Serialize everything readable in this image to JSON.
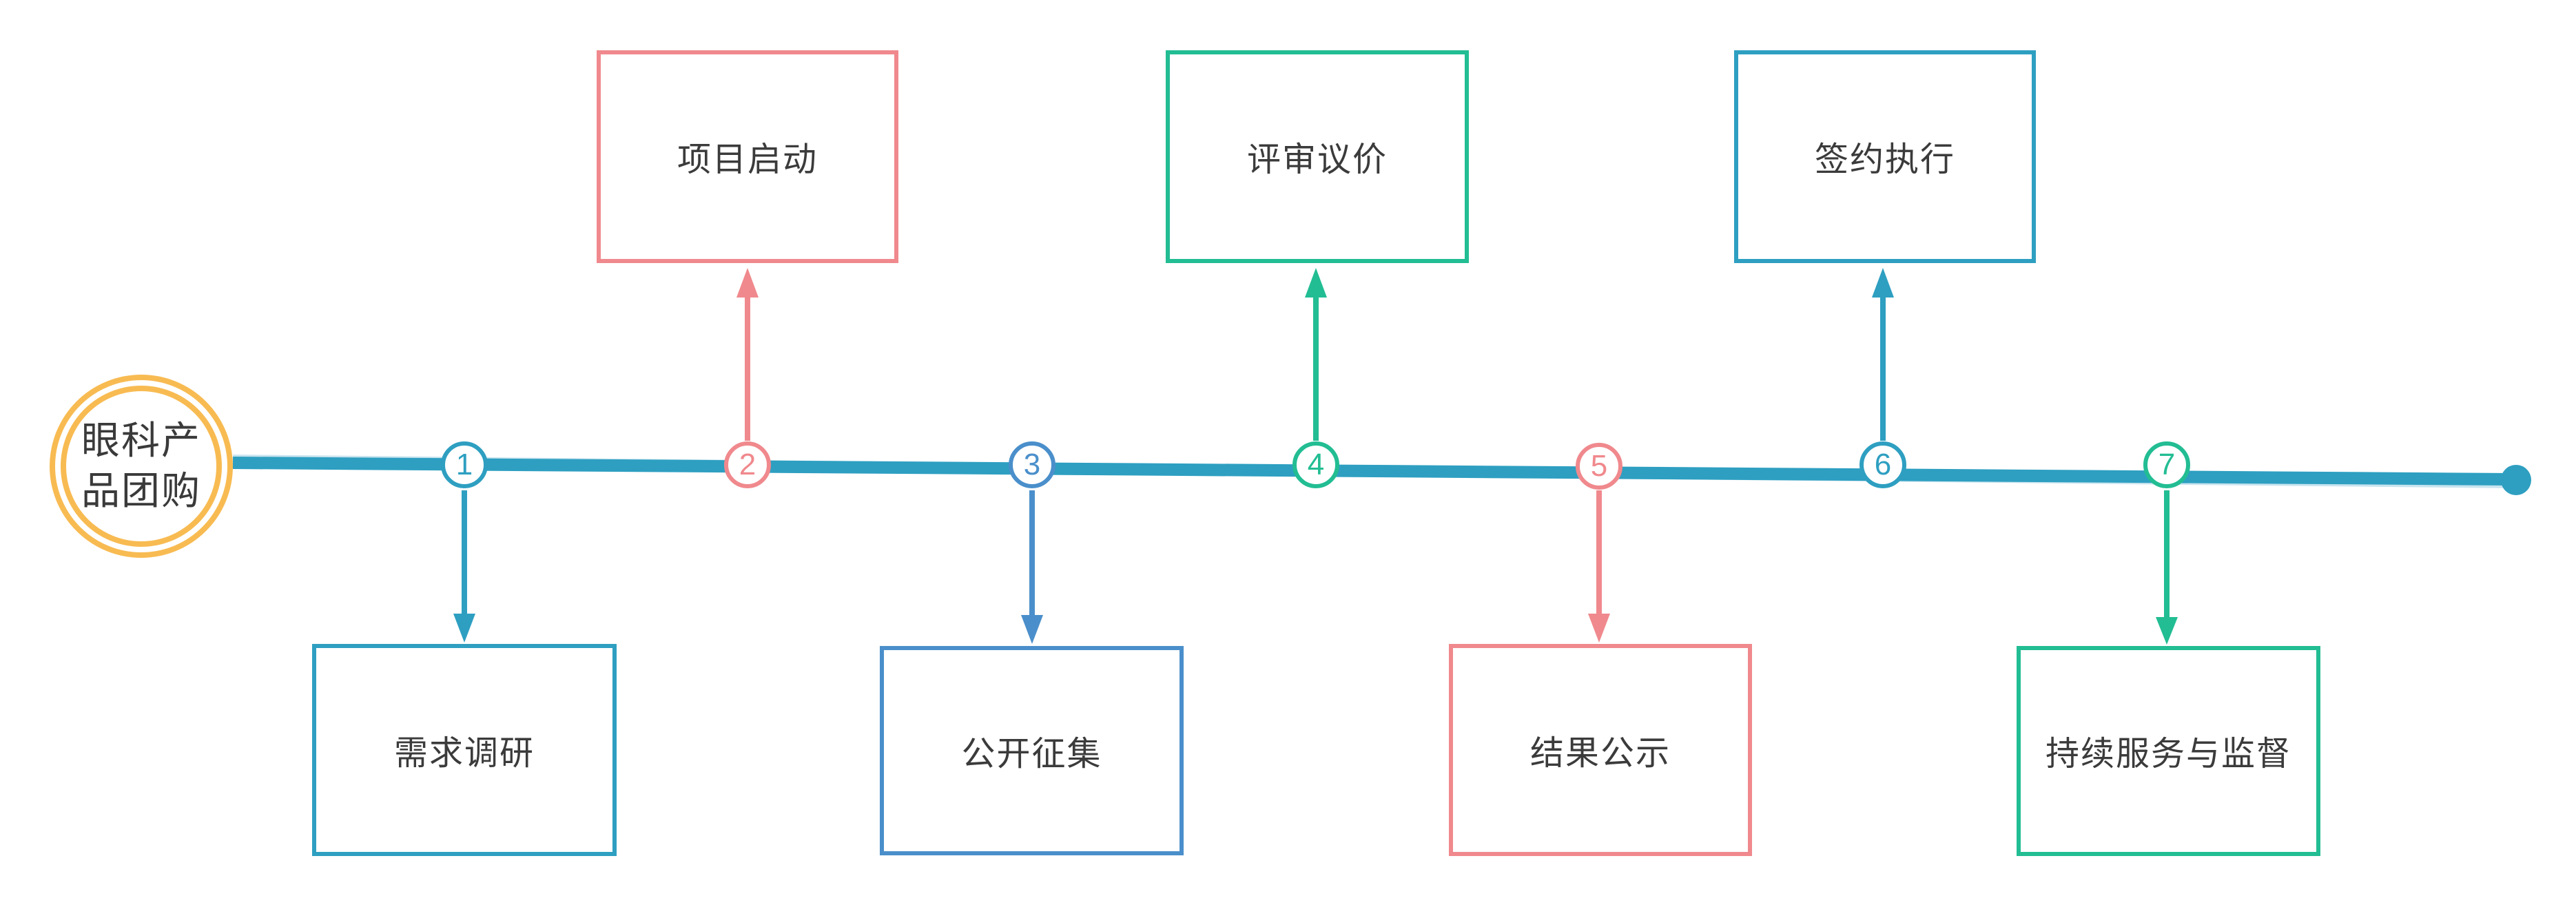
{
  "diagram": {
    "type": "timeline-flow",
    "hub": {
      "text": "眼科产品团购",
      "line1": "眼科产",
      "line2": "品团购"
    },
    "stages": [
      {
        "num": "1",
        "label": "需求调研",
        "color": "#2E9FC1",
        "side": "below"
      },
      {
        "num": "2",
        "label": "项目启动",
        "color": "#F0898D",
        "side": "above"
      },
      {
        "num": "3",
        "label": "公开征集",
        "color": "#4A8FCB",
        "side": "below"
      },
      {
        "num": "4",
        "label": "评审议价",
        "color": "#22BD93",
        "side": "above"
      },
      {
        "num": "5",
        "label": "结果公示",
        "color": "#F0898D",
        "side": "below"
      },
      {
        "num": "6",
        "label": "签约执行",
        "color": "#2E9FC1",
        "side": "above"
      },
      {
        "num": "7",
        "label": "持续服务与监督",
        "color": "#22BD93",
        "side": "below"
      }
    ],
    "palette": {
      "timeline": "#2E9FC1",
      "teal": "#2E9FC1",
      "pink": "#F0898D",
      "blue": "#4A8FCB",
      "green": "#22BD93",
      "amber": "#F8BB52",
      "text": "#3B3B3B",
      "background": "#FFFFFF"
    }
  }
}
